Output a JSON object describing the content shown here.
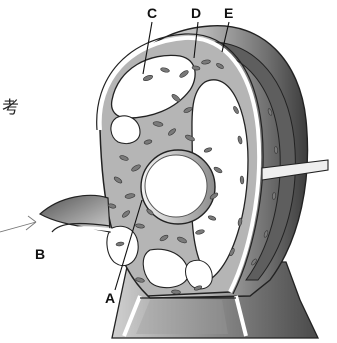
{
  "diagram": {
    "labels": {
      "A": "A",
      "B": "B",
      "C": "C",
      "D": "D",
      "E": "E"
    },
    "side_text": "考"
  }
}
